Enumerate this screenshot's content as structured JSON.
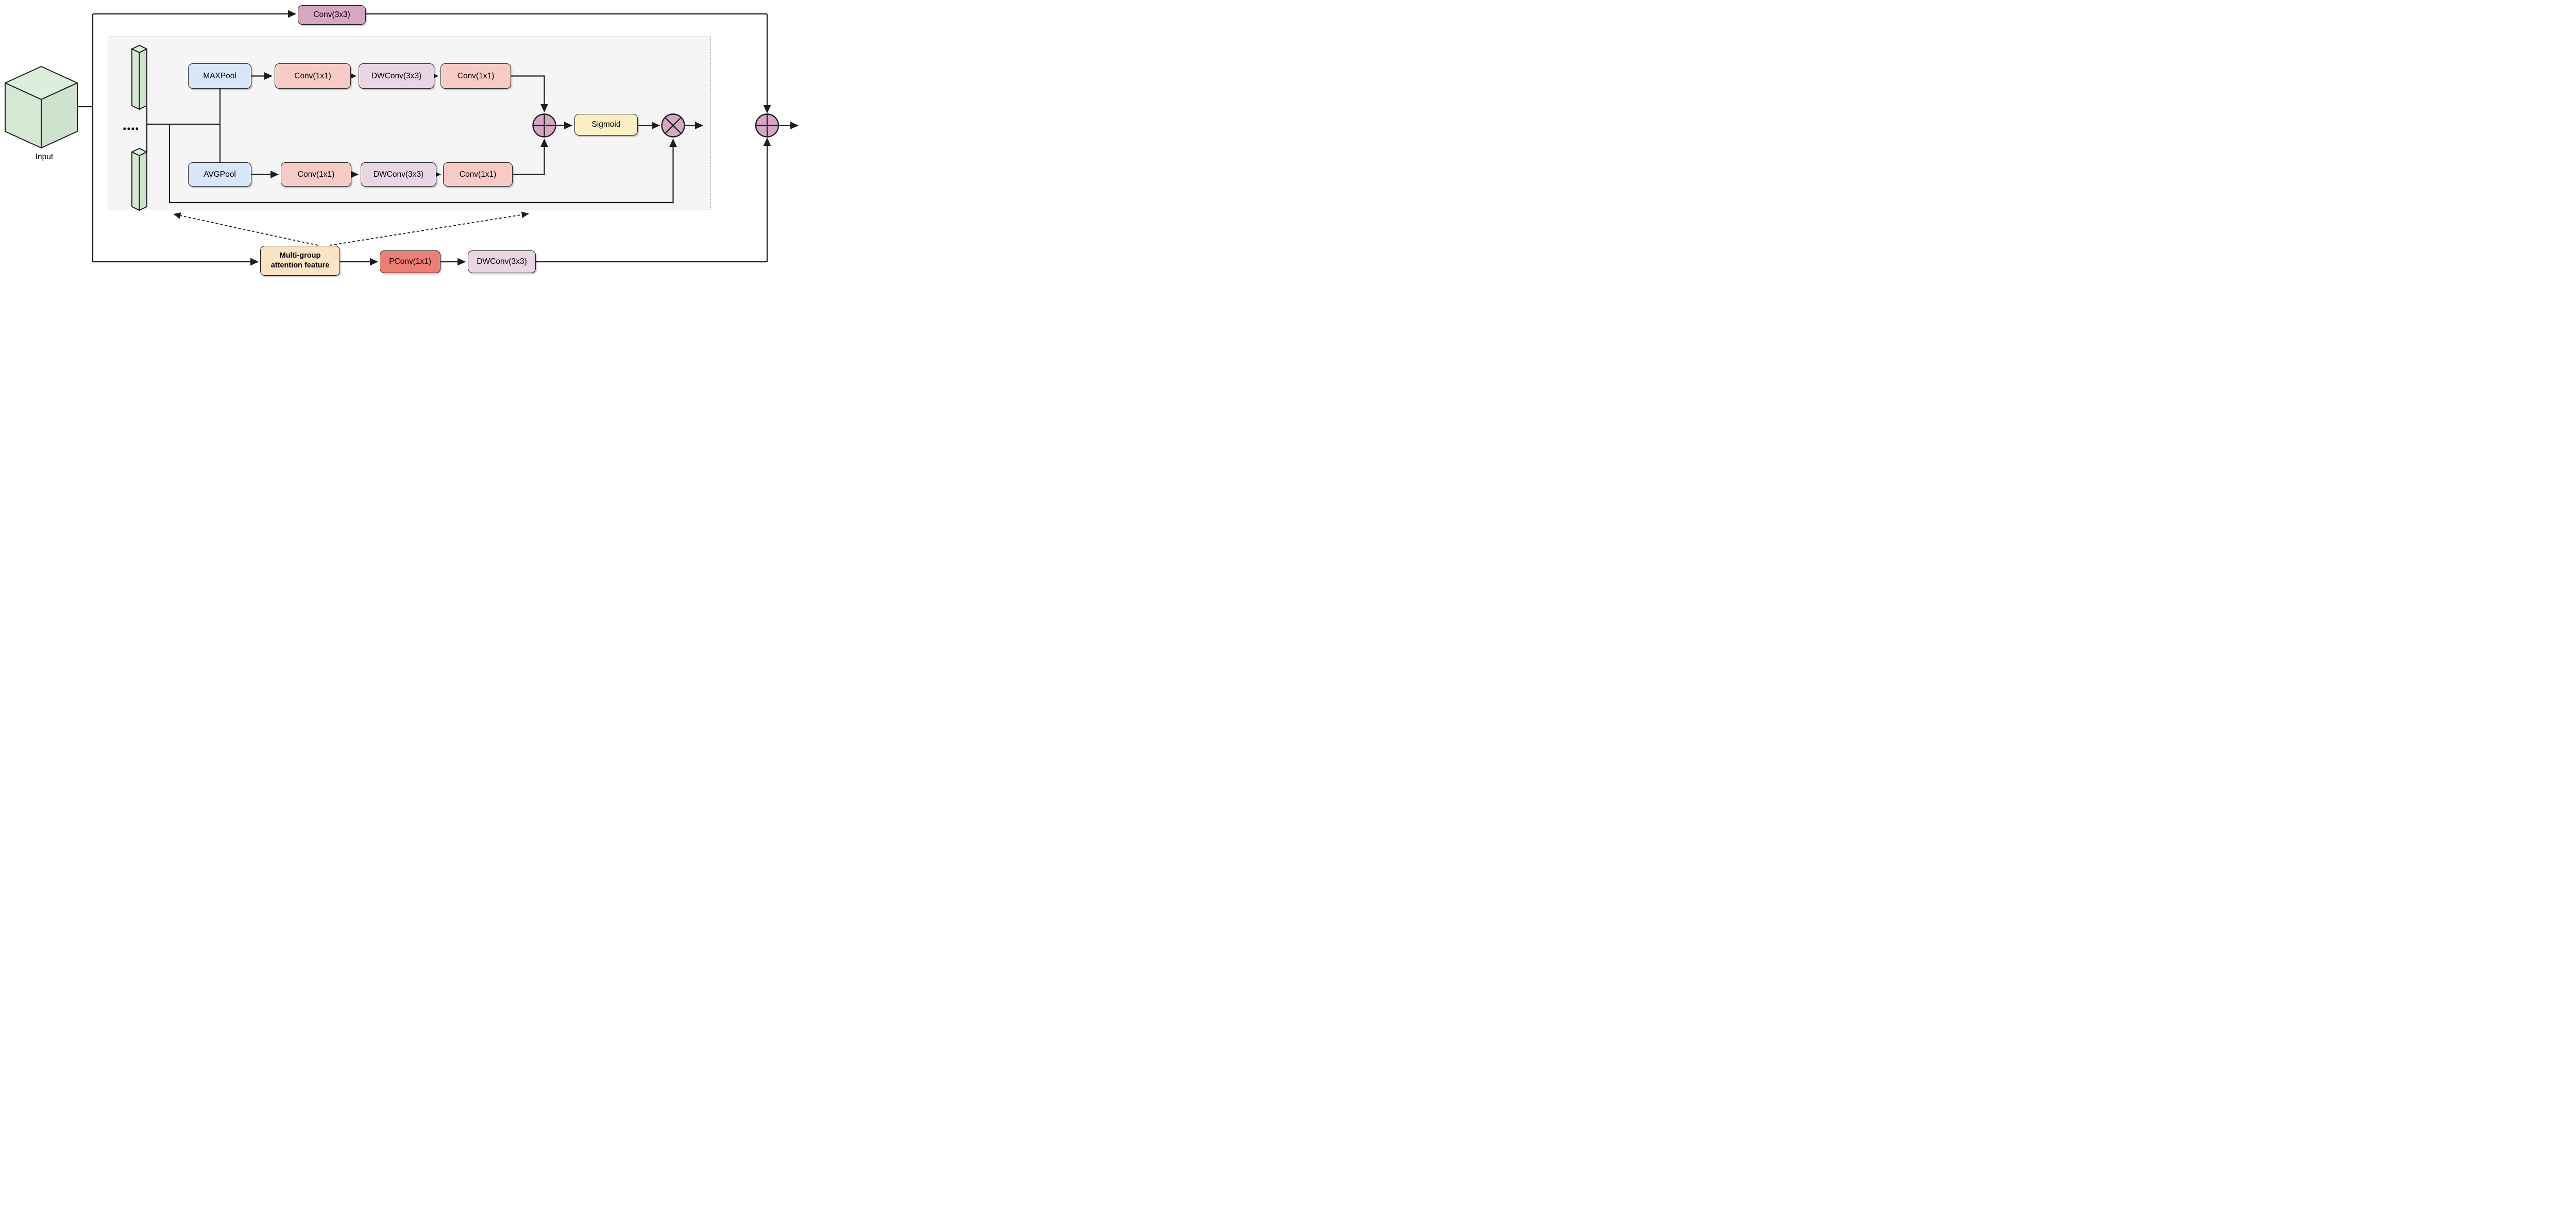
{
  "input": {
    "label": "Input",
    "fill": "#d5e8d4",
    "fill_top": "#ddeedc",
    "fill_side": "#cfe2cd"
  },
  "group": {
    "ellipsis_dots": "....",
    "bg": "#f5f5f5",
    "border_color": "#9a9a9a"
  },
  "nodes": {
    "conv3x3": {
      "label": "Conv(3x3)",
      "fill": "#d6a6c2"
    },
    "maxpool": {
      "label": "MAXPool",
      "fill": "#d7e6f8"
    },
    "avgpool": {
      "label": "AVGPool",
      "fill": "#d7e6f8"
    },
    "conv1x1_top_in": {
      "label": "Conv(1x1)",
      "fill": "#f9cbc6"
    },
    "dwconv_top": {
      "label": "DWConv(3x3)",
      "fill": "#e9d5e4"
    },
    "conv1x1_top_out": {
      "label": "Conv(1x1)",
      "fill": "#f9cbc6"
    },
    "conv1x1_bot_in": {
      "label": "Conv(1x1)",
      "fill": "#f9cbc6"
    },
    "dwconv_bot": {
      "label": "DWConv(3x3)",
      "fill": "#e9d5e4"
    },
    "conv1x1_bot_out": {
      "label": "Conv(1x1)",
      "fill": "#f9cbc6"
    },
    "sigmoid": {
      "label": "Sigmoid",
      "fill": "#fbf0c4"
    },
    "mgaf": {
      "label_line1": "Multi-group",
      "label_line2": "attention feature",
      "fill": "#fbe3c3"
    },
    "pconv": {
      "label": "PConv(1x1)",
      "fill": "#ee7e74"
    },
    "dwconv_out": {
      "label": "DWConv(3x3)",
      "fill": "#e9d5e4"
    }
  },
  "operators": {
    "sum_mid": "plus-circle",
    "multiply": "times-circle",
    "sum_out": "plus-circle",
    "fill": "#d6a6c2"
  },
  "colors": {
    "background": "#ffffff",
    "line": "#1e1e1e",
    "text": "#000000"
  }
}
